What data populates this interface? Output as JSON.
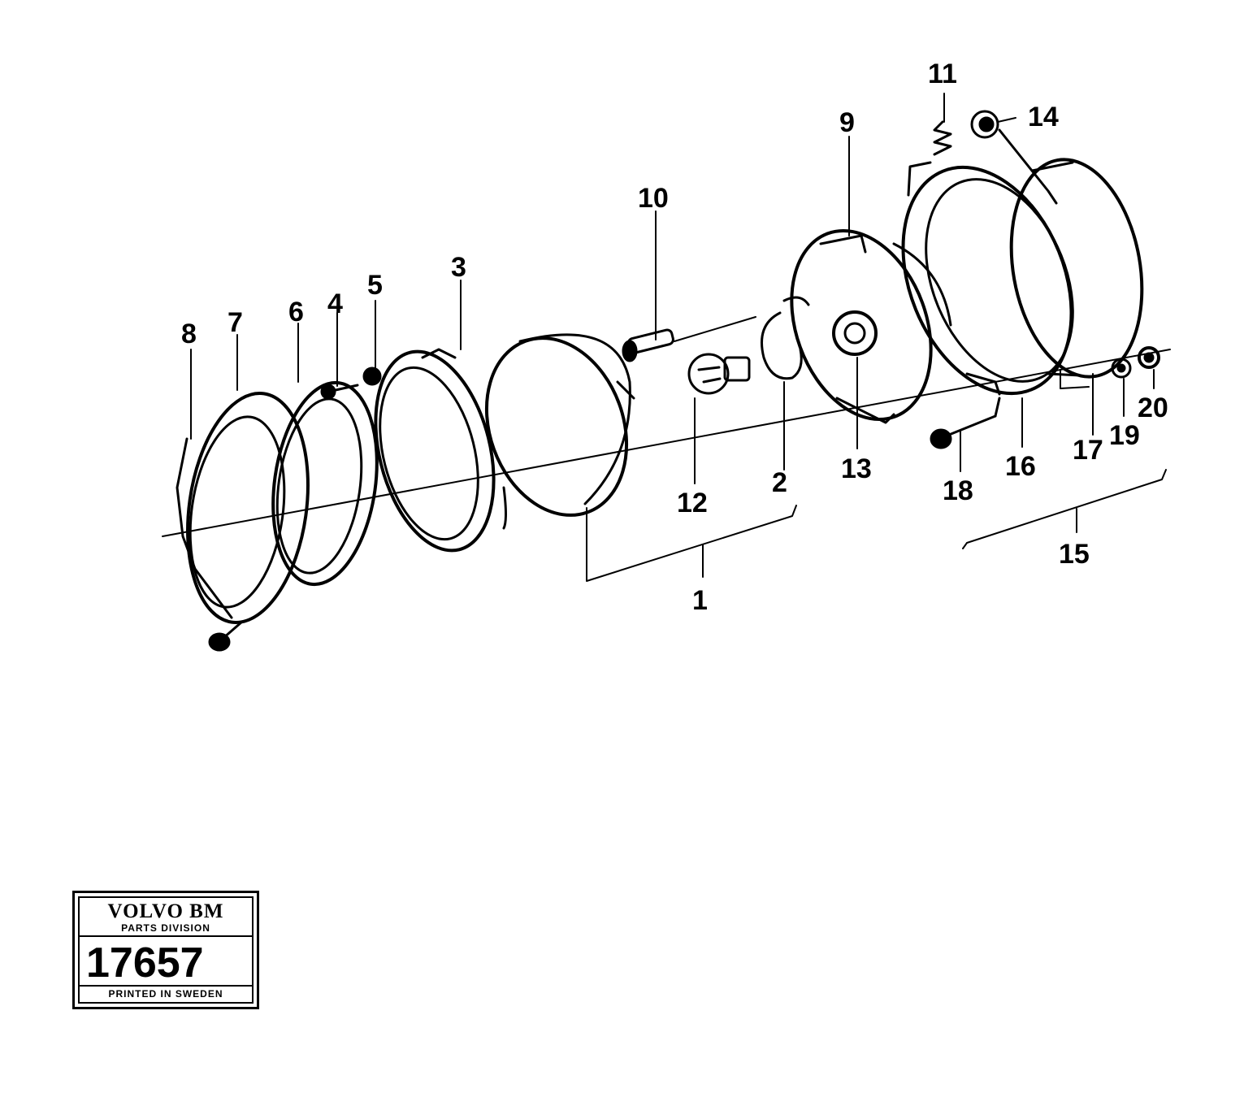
{
  "callouts": {
    "c1": "1",
    "c2": "2",
    "c3": "3",
    "c4": "4",
    "c5": "5",
    "c6": "6",
    "c7": "7",
    "c8": "8",
    "c9": "9",
    "c10": "10",
    "c11": "11",
    "c12": "12",
    "c13": "13",
    "c14": "14",
    "c15": "15",
    "c16": "16",
    "c17": "17",
    "c18": "18",
    "c19": "19",
    "c20": "20"
  },
  "stamp": {
    "brand": "VOLVO BM",
    "division": "PARTS DIVISION",
    "number": "17657",
    "footer": "PRINTED IN SWEDEN"
  }
}
